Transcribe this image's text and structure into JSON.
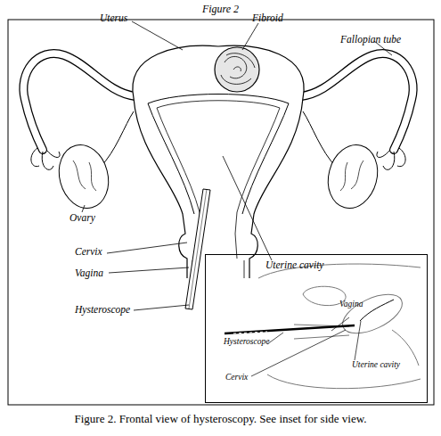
{
  "diagram": {
    "title": "Figure 2",
    "caption": "Figure 2. Frontal view of hysteroscopy. See inset for side view.",
    "nodes": [
      {
        "text": [
          "Vagina",
          "Hysteroscope",
          "Uterine cavity",
          "Cervix"
        ]
      }
    ],
    "labels": [
      "Uterus",
      "Fibroid",
      "Fallopian tube",
      "Ovary",
      "Uterine cavity",
      "Cervix",
      "Vagina",
      "Hysteroscope"
    ]
  }
}
